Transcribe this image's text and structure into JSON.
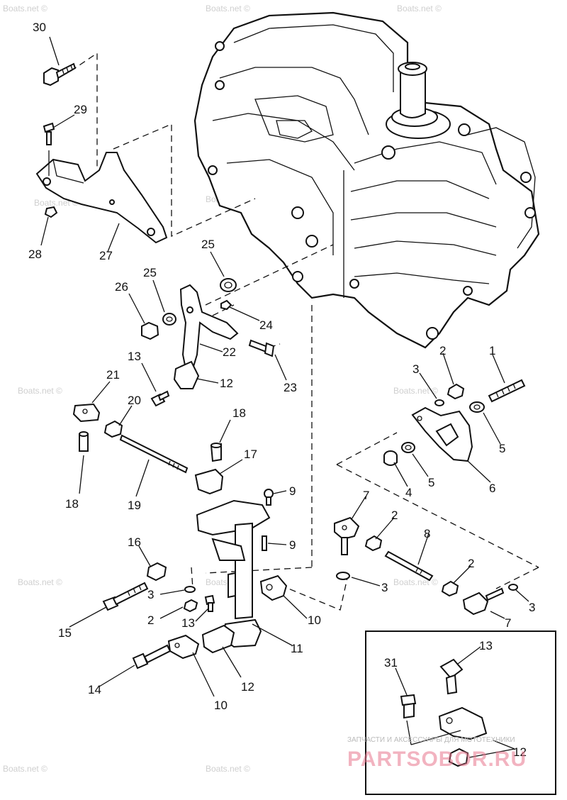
{
  "callouts": {
    "c30": "30",
    "c29": "29",
    "c28": "28",
    "c27": "27",
    "c25a": "25",
    "c25b": "25",
    "c26": "26",
    "c24": "24",
    "c22": "22",
    "c23": "23",
    "c12a": "12",
    "c13a": "13",
    "c21": "21",
    "c20": "20",
    "c18a": "18",
    "c19": "19",
    "c18b": "18",
    "c17": "17",
    "c9a": "9",
    "c9b": "9",
    "c16": "16",
    "c3a": "3",
    "c2a": "2",
    "c13b": "13",
    "c15": "15",
    "c14": "14",
    "c10a": "10",
    "c12b": "12",
    "c10b": "10",
    "c11": "11",
    "c1": "1",
    "c2b": "2",
    "c3b": "3",
    "c5a": "5",
    "c4": "4",
    "c5b": "5",
    "c6": "6",
    "c7a": "7",
    "c2c": "2",
    "c8": "8",
    "c2d": "2",
    "c3c": "3",
    "c3d": "3",
    "c7b": "7",
    "c13c": "13",
    "c31": "31",
    "c12c": "12"
  },
  "watermark": "Boats.net ©",
  "brand": {
    "logo": "PARTSOBOR.RU",
    "tagline": "ЗАПЧАСТИ И АКСЕССУАРЫ ДЛЯ МОТОТЕХНИКИ"
  }
}
